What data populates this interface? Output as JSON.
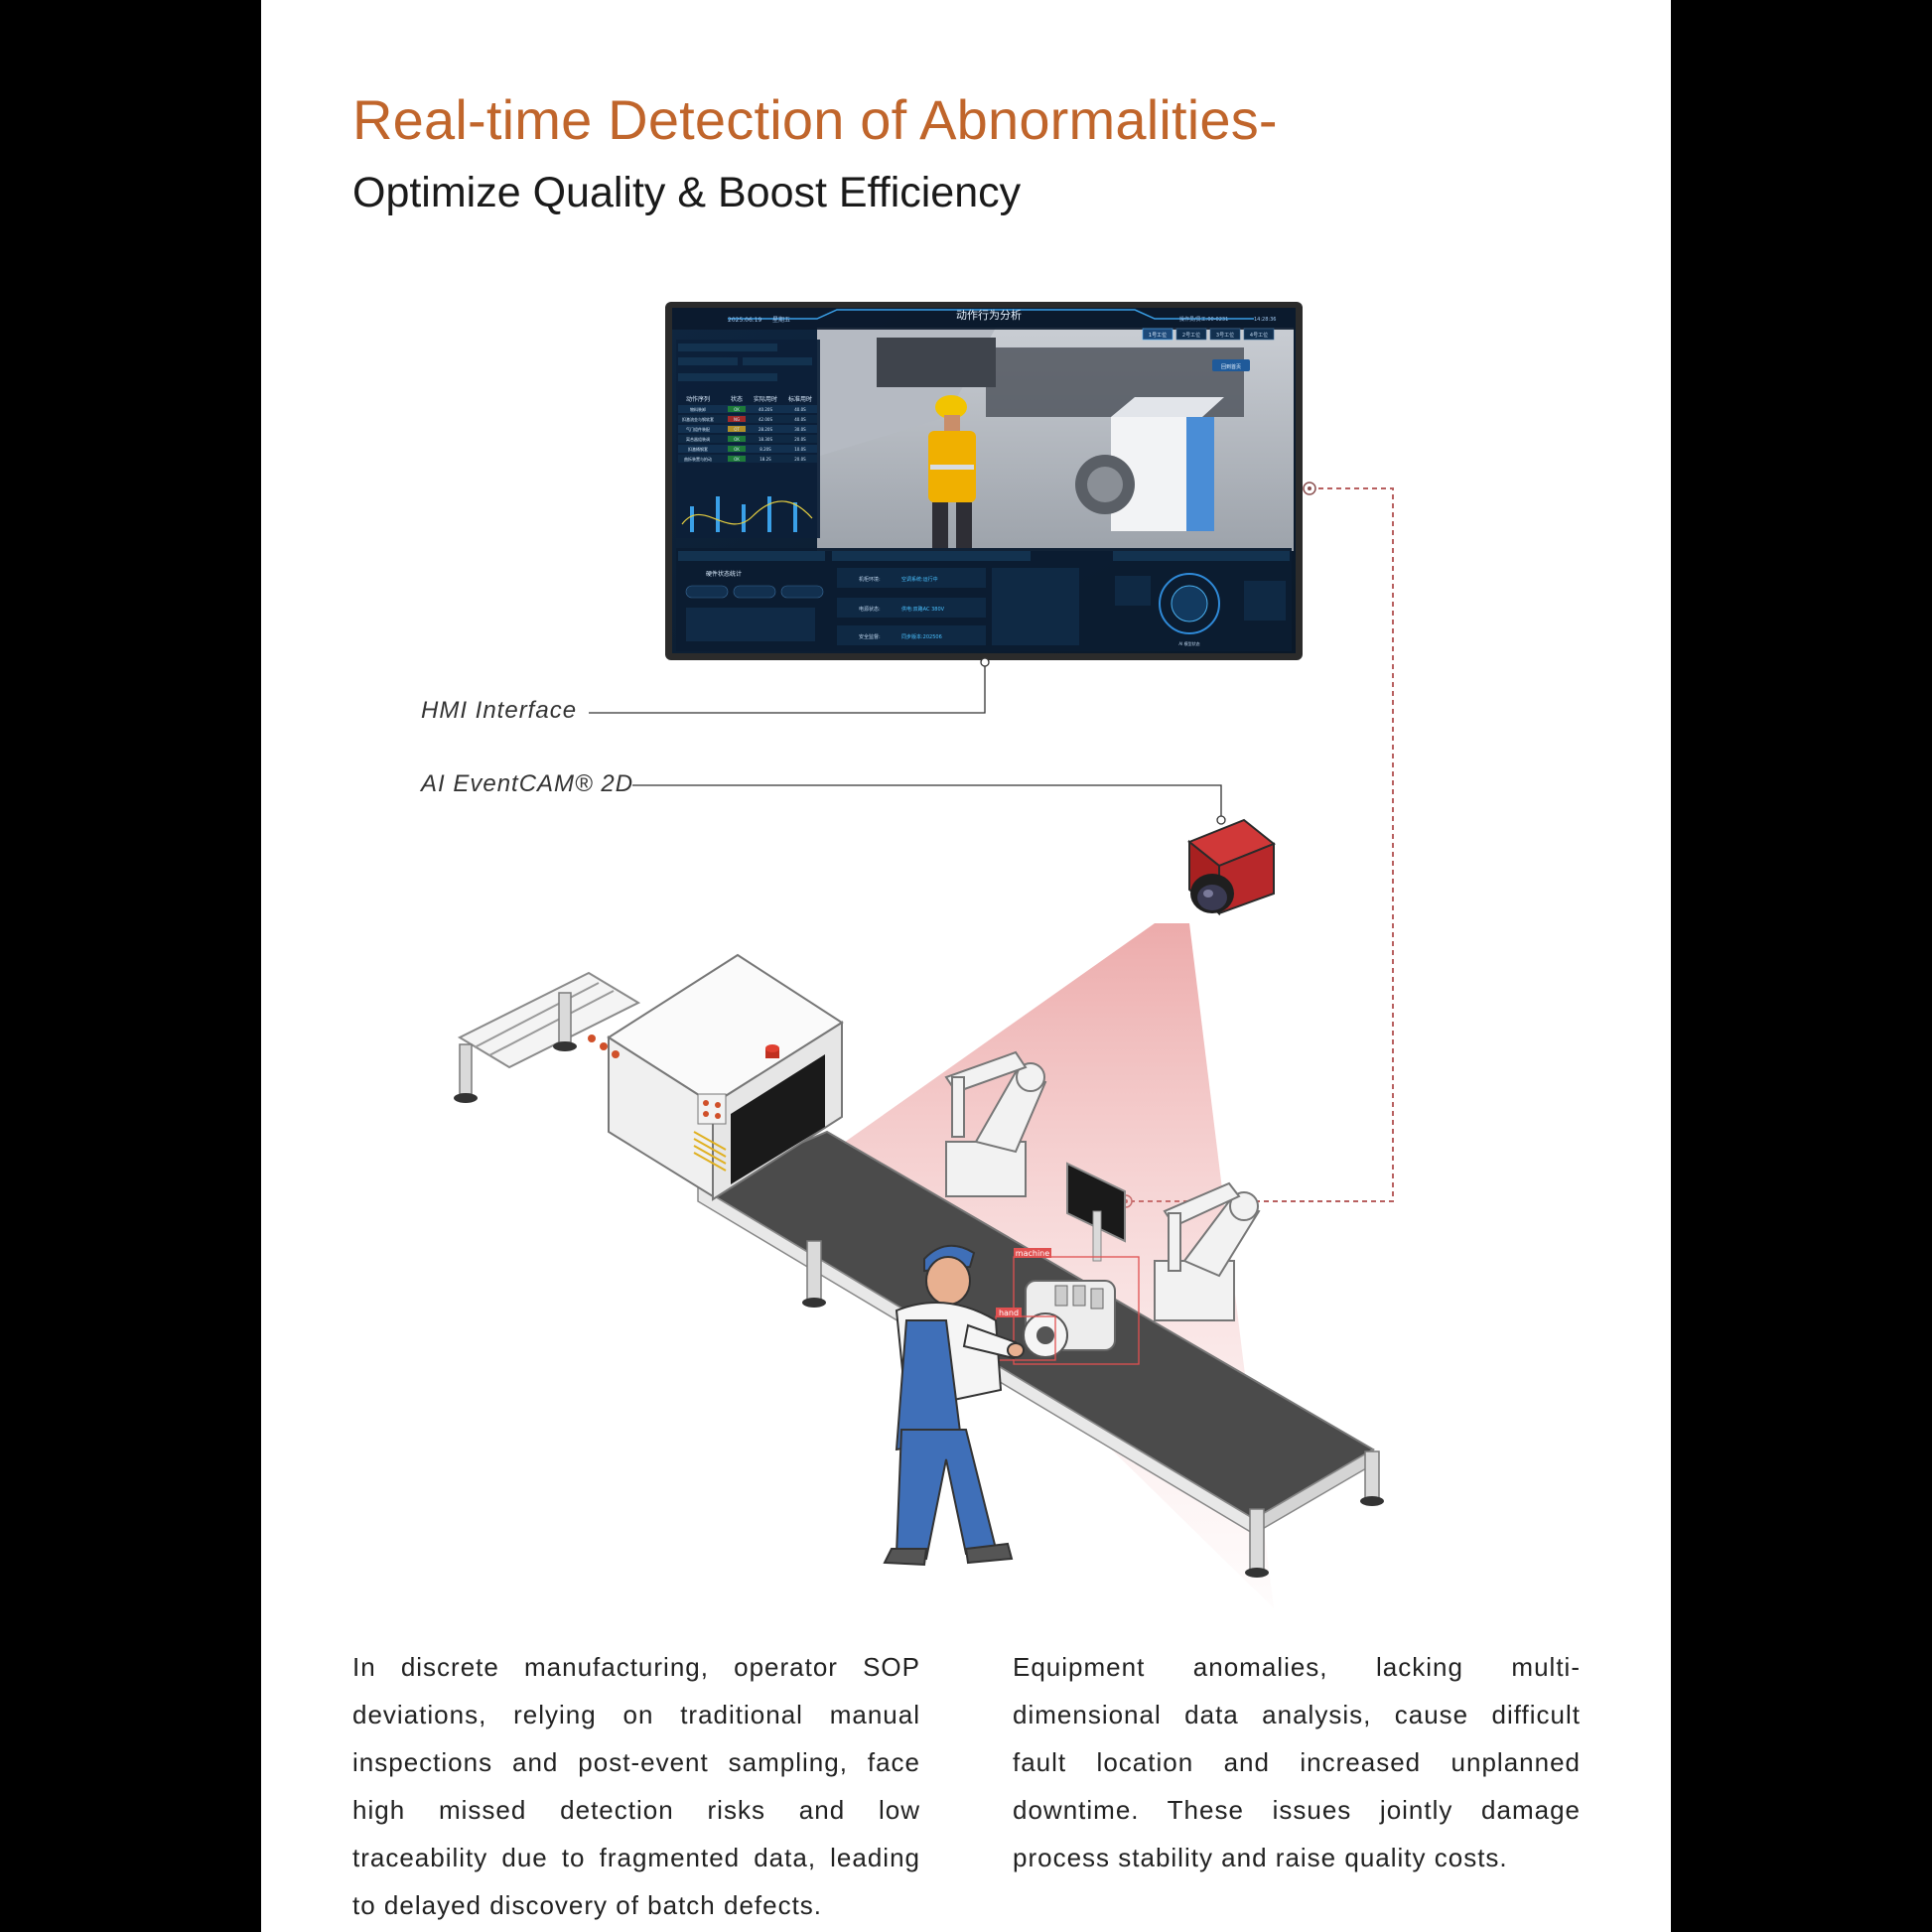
{
  "heading": {
    "title": "Real-time Detection of Abnormalities-",
    "subtitle": "Optimize Quality & Boost Efficiency"
  },
  "callouts": {
    "hmi": "HMI Interface",
    "camera": "AI EventCAM® 2D"
  },
  "hmi_screen": {
    "date": "2025.06.19",
    "weekday": "星期五",
    "title": "动作行为分析",
    "shift": "操作员/员工:00-0231",
    "time": "14:28:36",
    "tabs": [
      "1号工位",
      "2号工位",
      "3号工位",
      "4号工位"
    ],
    "return_label": "回到首页",
    "table_headers": [
      "动作序列",
      "状态",
      "实际用时",
      "标准用时"
    ],
    "table_rows": [
      [
        "物料装卸",
        "OK",
        "40.20S",
        "40.0S"
      ],
      [
        "扣激流金与钢软套",
        "NG",
        "42.00S",
        "40.0S"
      ],
      [
        "气门组件装配",
        "OT",
        "28.20S",
        "30.0S"
      ],
      [
        "离合器组装调",
        "OK",
        "18.30S",
        "20.0S"
      ],
      [
        "扣激桶钢套",
        "OK",
        "8.20S",
        "10.0S"
      ],
      [
        "曲拆装置与拍动",
        "OK",
        "18.2S",
        "20.0S"
      ]
    ],
    "status_rows": [
      {
        "label": "机柜环境:",
        "value": "空调系统:运行中"
      },
      {
        "label": "电源状态:",
        "value": "供电:双路AC 380V"
      },
      {
        "label": "安全监督:",
        "value": "同步版本:202506"
      }
    ],
    "hw_title": "硬件状态统计",
    "ai_label": "AI 模型状态"
  },
  "detection_labels": {
    "machine": "machine",
    "hand": "hand"
  },
  "body": {
    "left": "In discrete manufacturing, operator SOP deviations, relying on traditional manual inspections and post-event sampling, face high missed detection risks and low traceability due to fragmented data, leading to delayed discovery of batch defects.",
    "right": "Equipment anomalies, lacking multi-dimensional data analysis, cause difficult fault location and increased unplanned downtime. These issues jointly damage process stability and raise quality costs."
  },
  "colors": {
    "accent": "#C0652B",
    "camera_red": "#B8282A",
    "dashed_link": "#B86060",
    "hmi_bg": "#0E1E33"
  }
}
